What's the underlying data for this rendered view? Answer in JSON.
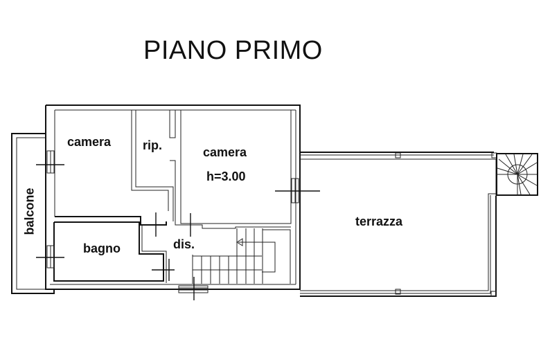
{
  "title": "PIANO PRIMO",
  "rooms": {
    "camera_left": {
      "label": "camera"
    },
    "ripostiglio": {
      "label": "rip."
    },
    "camera_main": {
      "label": "camera",
      "height_note": "h=3.00"
    },
    "balcone": {
      "label": "balcone"
    },
    "bagno": {
      "label": "bagno"
    },
    "disimpegno": {
      "label": "dis."
    },
    "terrazza": {
      "label": "terrazza"
    }
  },
  "colors": {
    "line": "#111111",
    "background": "#ffffff"
  }
}
